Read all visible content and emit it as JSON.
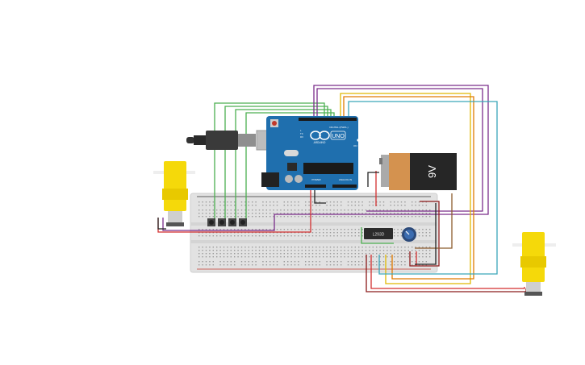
{
  "arduino": {
    "brand": "ARDUINO",
    "model": "UNO",
    "digital_header": "DIGITAL (PWM~)",
    "power_header": "POWER",
    "analog_header": "ANALOG IN",
    "on_label": "ON",
    "tx_label": "TX",
    "rx_label": "RX",
    "l_label": "L",
    "color": "#1f6fae"
  },
  "battery": {
    "label": "9V"
  },
  "chip": {
    "label": "L293D"
  },
  "wire_colors": {
    "green": "#4caf50",
    "purple": "#7b2d8b",
    "yellow": "#e0b800",
    "orange": "#e07b00",
    "teal": "#3aa6b9",
    "red": "#d32f2f",
    "dark_red": "#8b1a1a",
    "brown": "#8b5a2b",
    "black": "#222222"
  },
  "motor_color": "#f5d90a"
}
